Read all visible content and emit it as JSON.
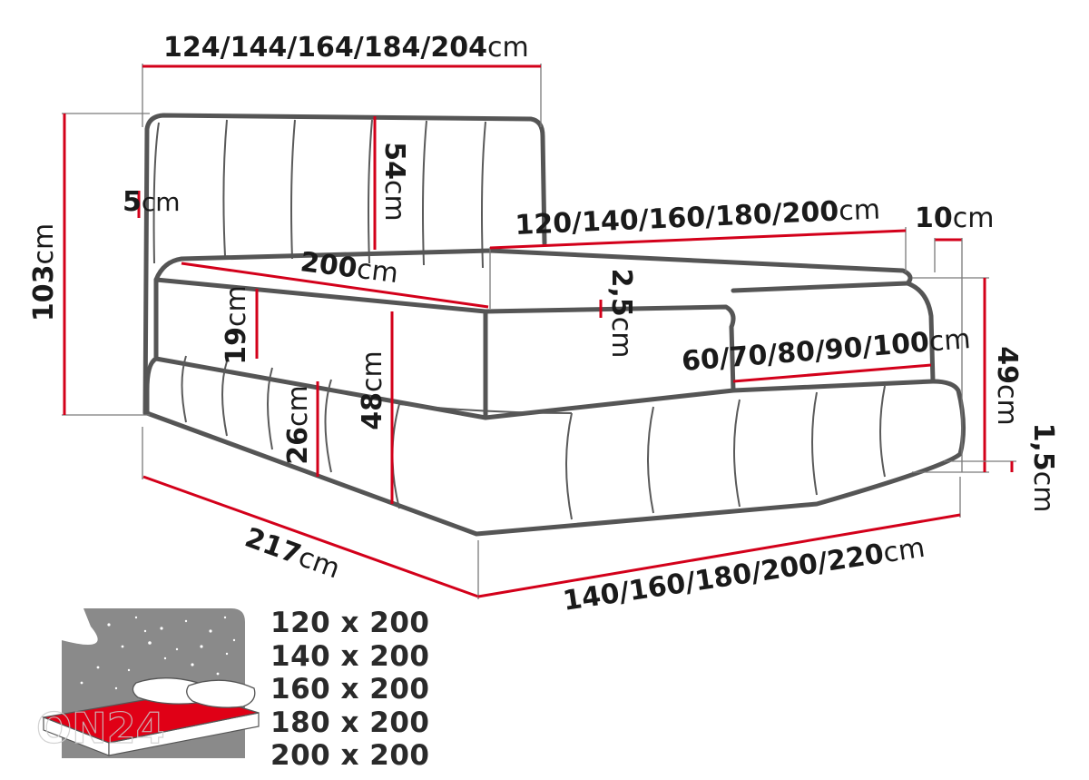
{
  "colors": {
    "outline": "#555555",
    "dimension_red": "#d3001a",
    "text": "#1a1a1a",
    "icon_gray": "#8a8a8a"
  },
  "labels": {
    "headboard_width": {
      "value": "124/144/164/184/204",
      "unit": "cm"
    },
    "total_height": {
      "value": "103",
      "unit": "cm"
    },
    "headboard_thickness": {
      "value": "5",
      "unit": "cm"
    },
    "headboard_height": {
      "value": "54",
      "unit": "cm"
    },
    "mattress_width": {
      "value": "120/140/160/180/200",
      "unit": "cm"
    },
    "side_thickness": {
      "value": "10",
      "unit": "cm"
    },
    "mattress_length": {
      "value": "200",
      "unit": "cm"
    },
    "topper_height": {
      "value": "2,5",
      "unit": "cm"
    },
    "mattress_height": {
      "value": "19",
      "unit": "cm"
    },
    "topper_width": {
      "value": "60/70/80/90/100",
      "unit": "cm"
    },
    "side_height": {
      "value": "49",
      "unit": "cm"
    },
    "frame_height": {
      "value": "48",
      "unit": "cm"
    },
    "base_height": {
      "value": "26",
      "unit": "cm"
    },
    "leg_height": {
      "value": "1,5",
      "unit": "cm"
    },
    "total_length": {
      "value": "217",
      "unit": "cm"
    },
    "total_width": {
      "value": "140/160/180/200/220",
      "unit": "cm"
    }
  },
  "sizes": [
    "120 x 200",
    "140 x 200",
    "160 x 200",
    "180 x 200",
    "200 x 200"
  ],
  "icon": {
    "name": "bed-size-icon",
    "watermark": "ON24"
  }
}
